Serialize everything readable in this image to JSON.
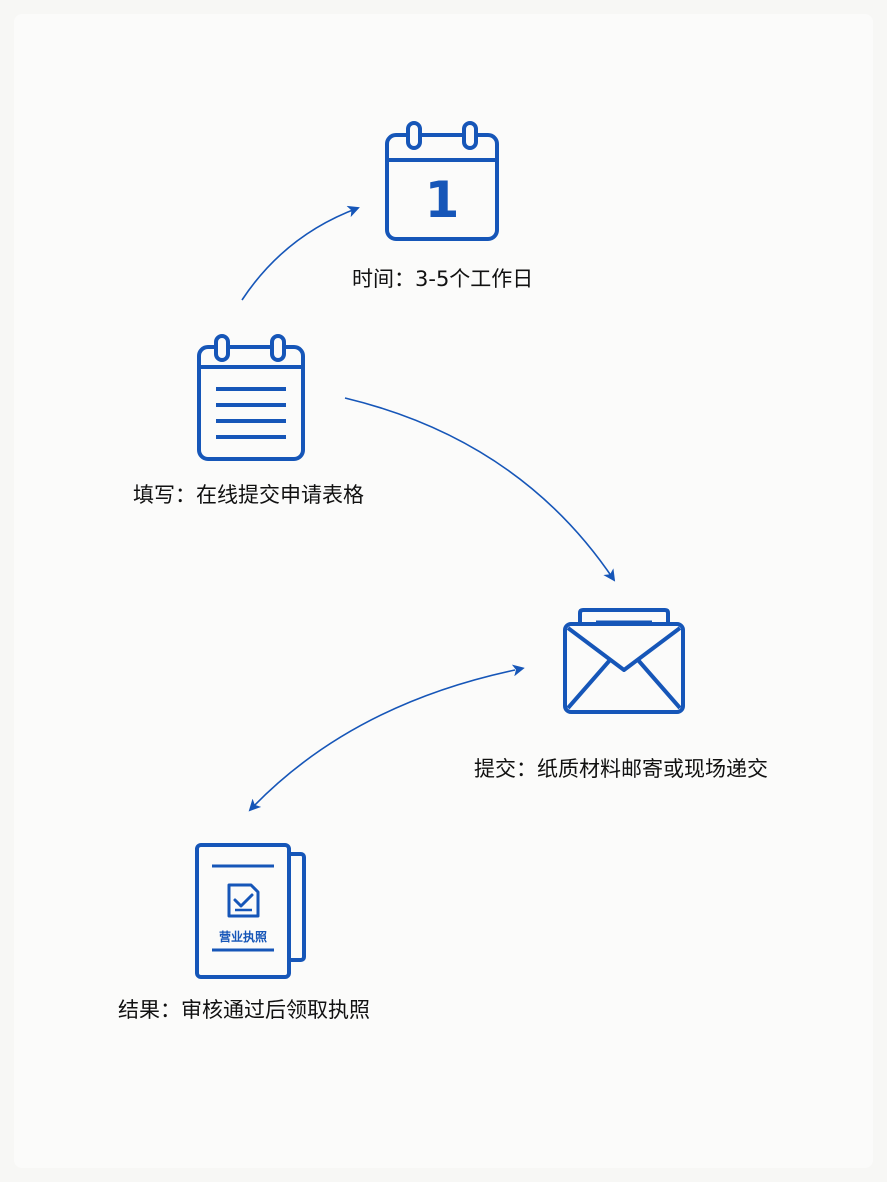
{
  "colors": {
    "accent": "#1656b8",
    "text": "#111111",
    "background": "#fbfbfa"
  },
  "steps": {
    "time": {
      "icon": "calendar-day-icon",
      "day_number": "1",
      "label": "时间：3-5个工作日"
    },
    "fill": {
      "icon": "calendar-form-icon",
      "label": "填写：在线提交申请表格"
    },
    "submit": {
      "icon": "mail-envelope-icon",
      "label": "提交：纸质材料邮寄或现场递交"
    },
    "result": {
      "icon": "business-license-icon",
      "license_text": "营业执照",
      "label": "结果：审核通过后领取执照"
    }
  },
  "connectors": [
    {
      "from": "fill",
      "to": "time",
      "direction": "one-way"
    },
    {
      "from": "fill",
      "to": "submit",
      "direction": "one-way"
    },
    {
      "from": "submit",
      "to": "result",
      "direction": "two-way"
    }
  ]
}
